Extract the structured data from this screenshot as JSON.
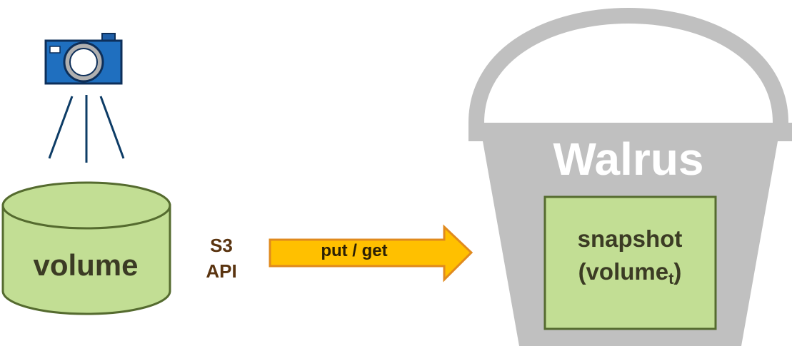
{
  "diagram": {
    "camera": {
      "icon": "camera-icon"
    },
    "volume": {
      "label": "volume"
    },
    "api": {
      "line1": "S3",
      "line2": "API"
    },
    "arrow": {
      "label": "put / get"
    },
    "bucket": {
      "label": "Walrus",
      "icon": "bucket-icon",
      "snapshot": {
        "line1": "snapshot",
        "line2_main": "(volume",
        "line2_sub": "t",
        "line2_close": ")"
      }
    },
    "colors": {
      "camera_blue": "#1f6fbf",
      "volume_green": "#c2de94",
      "volume_outline": "#556b2f",
      "arrow_fill": "#ffc000",
      "arrow_outline": "#e08a1e",
      "bucket_gray": "#c0c0c0",
      "api_text": "#5a3410"
    }
  }
}
